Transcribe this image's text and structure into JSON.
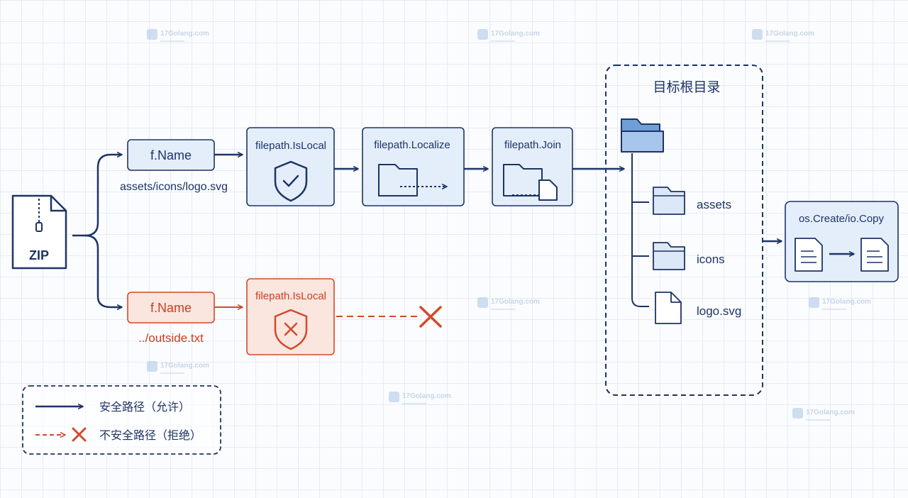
{
  "watermark": {
    "text": "17Golang.com"
  },
  "zip": {
    "label": "ZIP"
  },
  "safe_path": {
    "name_box": "f.Name",
    "name_value": "assets/icons/logo.svg",
    "step1": "filepath.IsLocal",
    "step2": "filepath.Localize",
    "step3": "filepath.Join"
  },
  "unsafe_path": {
    "name_box": "f.Name",
    "name_value": "../outside.txt",
    "step1": "filepath.IsLocal"
  },
  "target": {
    "title": "目标根目录",
    "items": [
      "assets",
      "icons",
      "logo.svg"
    ]
  },
  "output": {
    "label": "os.Create/io.Copy"
  },
  "legend": {
    "safe": "安全路径（允许）",
    "unsafe": "不安全路径（拒绝）"
  },
  "colors": {
    "navy": "#1d3466",
    "blue_fill": "#e4eefb",
    "red": "#d24a2a",
    "red_fill": "#fbe5df",
    "folder_fill": "#dce8f8"
  }
}
